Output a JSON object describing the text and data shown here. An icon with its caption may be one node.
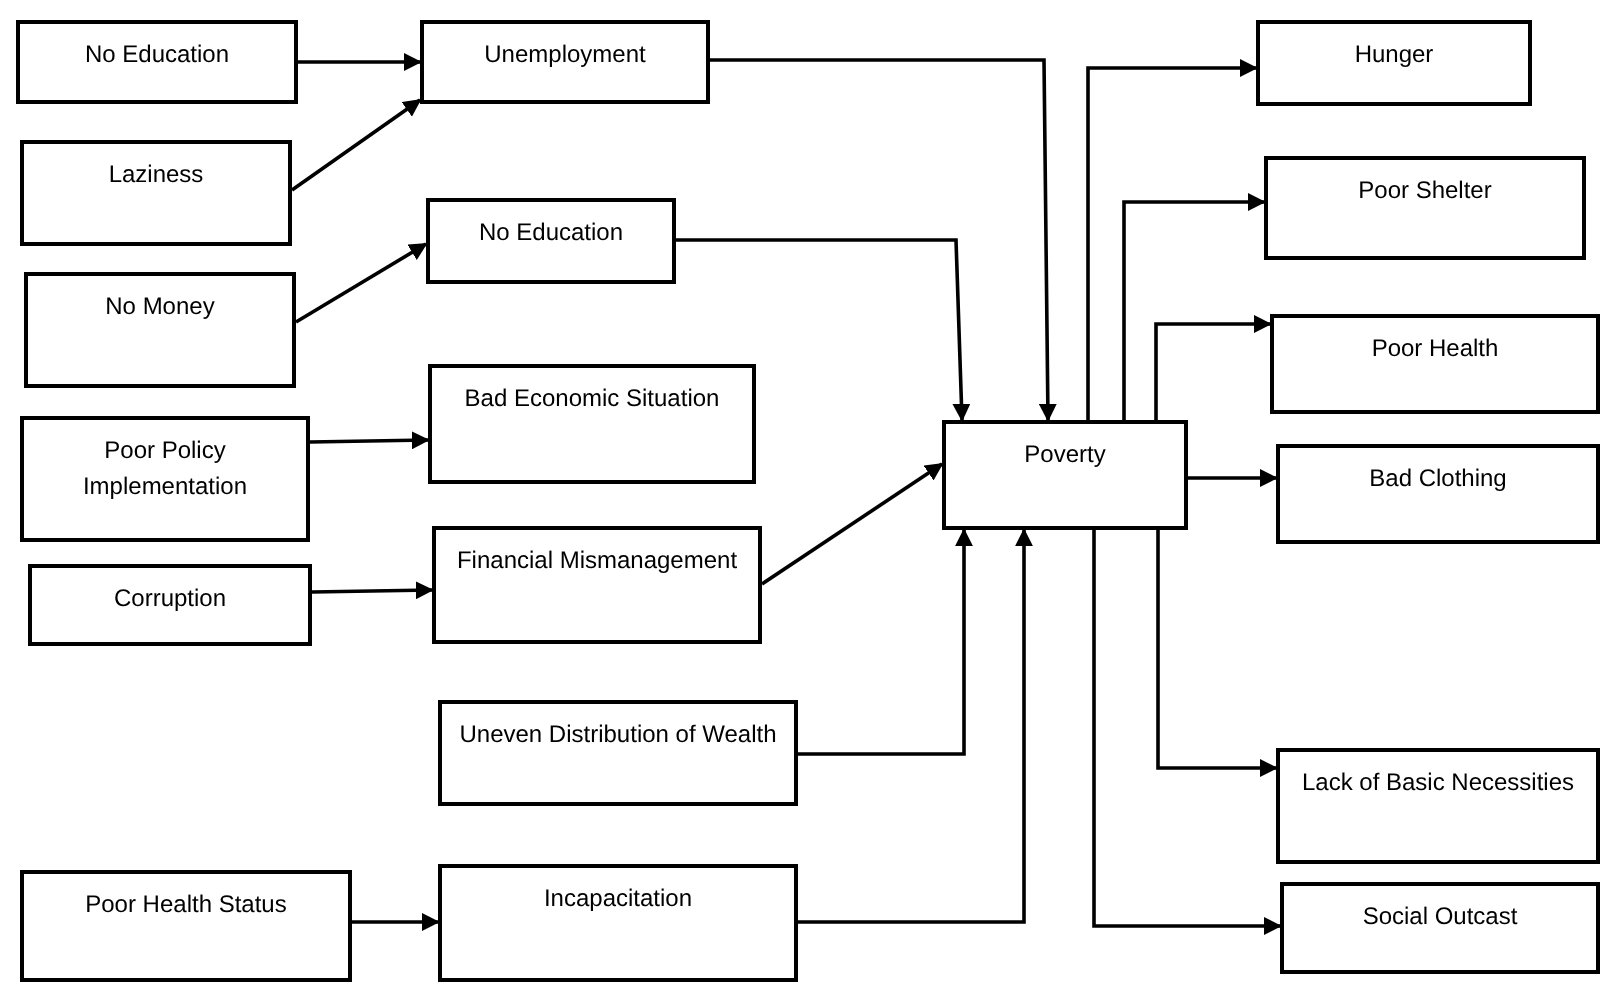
{
  "diagram": {
    "nodes": [
      {
        "text": [
          "No Education"
        ]
      },
      {
        "text": [
          "Unemployment"
        ]
      },
      {
        "text": [
          "Laziness"
        ]
      },
      {
        "text": [
          "No Money"
        ]
      },
      {
        "text": [
          "No Education"
        ]
      },
      {
        "text": [
          "Poor Policy Implementation"
        ]
      },
      {
        "text": [
          "Bad Economic Situation"
        ]
      },
      {
        "text": [
          "Corruption"
        ]
      },
      {
        "text": [
          "Financial Mismanagement"
        ]
      },
      {
        "text": [
          "Poverty"
        ]
      },
      {
        "text": [
          "Hunger"
        ]
      },
      {
        "text": [
          "Poor Shelter"
        ]
      },
      {
        "text": [
          "Poor Health"
        ]
      },
      {
        "text": [
          "Bad Clothing"
        ]
      },
      {
        "text": [
          "Uneven Distribution of Wealth"
        ]
      },
      {
        "text": [
          "Lack of Basic Necessities"
        ]
      },
      {
        "text": [
          "Poor Health Status"
        ]
      },
      {
        "text": [
          "Incapacitation"
        ]
      },
      {
        "text": [
          "Social Outcast"
        ]
      }
    ],
    "edges": [
      {
        "from": 0,
        "to": 1,
        "arrow": "to"
      },
      {
        "from": 2,
        "to": 1,
        "arrow": "to"
      },
      {
        "from": 3,
        "to": 4,
        "arrow": "to"
      },
      {
        "from": 5,
        "to": 6,
        "arrow": "to"
      },
      {
        "from": 7,
        "to": 8,
        "arrow": "to"
      },
      {
        "from": 1,
        "to": 9,
        "arrow": "to"
      },
      {
        "from": 4,
        "to": 9,
        "arrow": "to"
      },
      {
        "from": 8,
        "to": 9,
        "arrow": "to"
      },
      {
        "from": 14,
        "to": 9,
        "arrow": "to"
      },
      {
        "from": 16,
        "to": 17,
        "arrow": "to"
      },
      {
        "from": 17,
        "to": 9,
        "arrow": "to"
      },
      {
        "from": 9,
        "to": 10,
        "arrow": "to"
      },
      {
        "from": 9,
        "to": 11,
        "arrow": "to"
      },
      {
        "from": 9,
        "to": 12,
        "arrow": "to"
      },
      {
        "from": 9,
        "to": 13,
        "arrow": "to"
      },
      {
        "from": 9,
        "to": 15,
        "arrow": "to"
      },
      {
        "from": 9,
        "to": 18,
        "arrow": "to"
      }
    ]
  }
}
